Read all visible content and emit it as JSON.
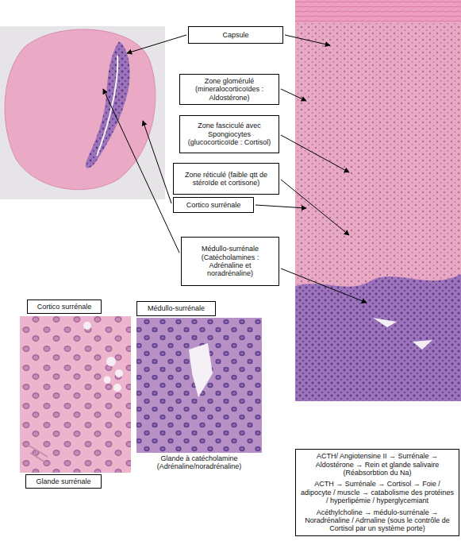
{
  "diagram": {
    "nodes": [
      {
        "text": [
          "Capsule"
        ]
      },
      {
        "text": [
          "Zone glomérulé (mineralocorticoïdes : Aldostérone)"
        ]
      },
      {
        "text": [
          "Zone fasciculé avec Spongiocytes (glucocorticoïde : Cortisol)"
        ]
      },
      {
        "text": [
          "Zone réticulé (faible qtt de stéroïde et cortisone)"
        ]
      },
      {
        "text": [
          "Cortico surrénale"
        ]
      },
      {
        "text": [
          "Médullo-surrénale (Catécholamines : Adrénaline et noradrénaline)"
        ]
      },
      {
        "text": [
          "Cortico surrénale"
        ]
      },
      {
        "text": [
          "Médullo-surrénale"
        ]
      },
      {
        "text": [
          "Glande surrénale"
        ]
      },
      {
        "text": [
          "ACTH/ Angiotensine II → Surrénale → Aldostérone → Rein et glande salivaire (Réabsorbtion du Na)",
          "ACTH → Surrénale → Cortisol → Foie / adipocyte / muscle → catabolisme des protéines / hyperlipémie / hyperglycemiant",
          "Acéthylcholine → médulo-surrénale → Noradrénaline / Adrnaline (sous le contrôle de Cortisol par un système porte)"
        ]
      }
    ],
    "labels": [
      "Glande à catécholamine (Adrénaline/noradrénaline)"
    ]
  }
}
